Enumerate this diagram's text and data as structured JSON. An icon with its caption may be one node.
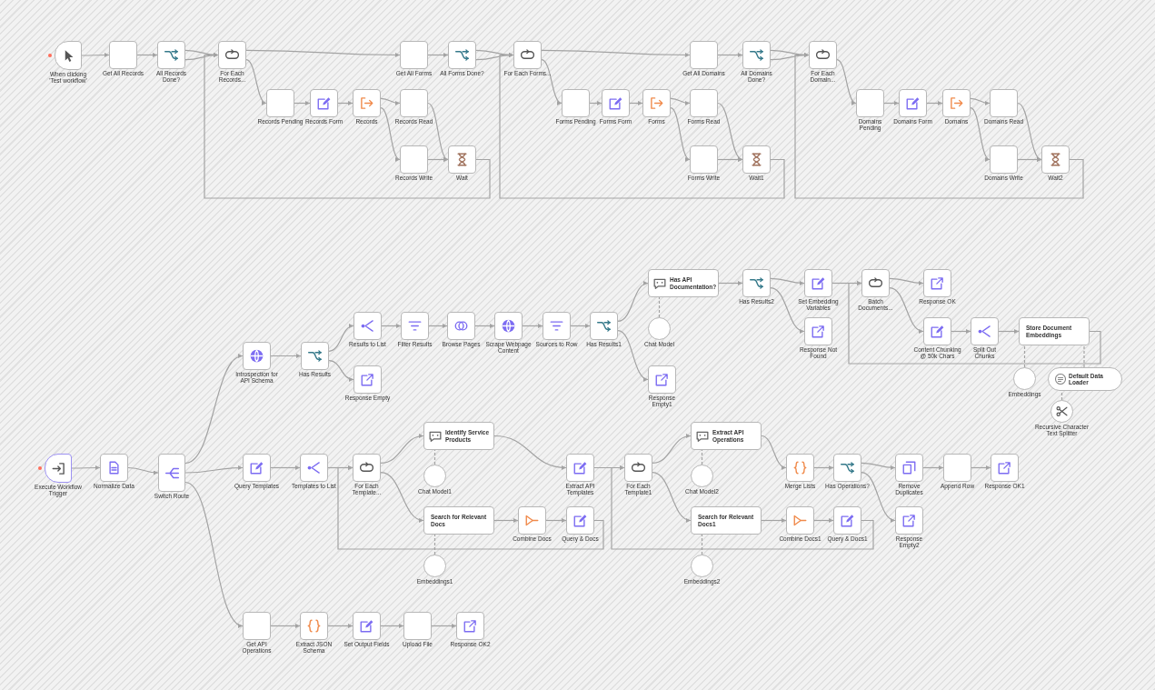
{
  "diagram": {
    "nodes": [
      {
        "text": [
          "When clicking 'Test workflow'"
        ]
      },
      {
        "text": [
          "Get All Records"
        ]
      },
      {
        "text": [
          "All Records Done?"
        ]
      },
      {
        "text": [
          "For Each Records..."
        ]
      },
      {
        "text": [
          "Records Pending"
        ]
      },
      {
        "text": [
          "Records Form"
        ]
      },
      {
        "text": [
          "Records"
        ]
      },
      {
        "text": [
          "Records Read"
        ]
      },
      {
        "text": [
          "Records Write"
        ]
      },
      {
        "text": [
          "Wait"
        ]
      },
      {
        "text": [
          "Get All Forms"
        ]
      },
      {
        "text": [
          "All Forms Done?"
        ]
      },
      {
        "text": [
          "For Each Forms..."
        ]
      },
      {
        "text": [
          "Forms Pending"
        ]
      },
      {
        "text": [
          "Forms Form"
        ]
      },
      {
        "text": [
          "Forms"
        ]
      },
      {
        "text": [
          "Forms Read"
        ]
      },
      {
        "text": [
          "Forms Write"
        ]
      },
      {
        "text": [
          "Wait1"
        ]
      },
      {
        "text": [
          "Get All Domains"
        ]
      },
      {
        "text": [
          "All Domains Done?"
        ]
      },
      {
        "text": [
          "For Each Domain..."
        ]
      },
      {
        "text": [
          "Domains Pending"
        ]
      },
      {
        "text": [
          "Domains Form"
        ]
      },
      {
        "text": [
          "Domains"
        ]
      },
      {
        "text": [
          "Domains Read"
        ]
      },
      {
        "text": [
          "Domains Write"
        ]
      },
      {
        "text": [
          "Wait2"
        ]
      },
      {
        "text": [
          "Execute Workflow Trigger"
        ]
      },
      {
        "text": [
          "Normalize Data"
        ]
      },
      {
        "text": [
          "Switch Route"
        ]
      },
      {
        "text": [
          "Introspection for API Schema"
        ]
      },
      {
        "text": [
          "Has Results"
        ]
      },
      {
        "text": [
          "Results to List"
        ]
      },
      {
        "text": [
          "Response Empty"
        ]
      },
      {
        "text": [
          "Filter Results"
        ]
      },
      {
        "text": [
          "Browse Pages"
        ]
      },
      {
        "text": [
          "Scrape Webpage Content"
        ]
      },
      {
        "text": [
          "Sources to Row"
        ]
      },
      {
        "text": [
          "Has Results1"
        ]
      },
      {
        "text": [
          "Has API Documentation?"
        ]
      },
      {
        "text": [
          "Chat Model"
        ]
      },
      {
        "text": [
          "Response Empty1"
        ]
      },
      {
        "text": [
          "Has Results2"
        ]
      },
      {
        "text": [
          "Set Embedding Variables"
        ]
      },
      {
        "text": [
          "Response Not Found"
        ]
      },
      {
        "text": [
          "Batch Documents..."
        ]
      },
      {
        "text": [
          "Response OK"
        ]
      },
      {
        "text": [
          "Content Chunking @ 50k Chars"
        ]
      },
      {
        "text": [
          "Split Out Chunks"
        ]
      },
      {
        "text": [
          "Store Document Embeddings"
        ]
      },
      {
        "text": [
          "Embeddings"
        ]
      },
      {
        "text": [
          "Default Data Loader"
        ]
      },
      {
        "text": [
          "Recursive Character Text Splitter"
        ]
      },
      {
        "text": [
          "Query Templates"
        ]
      },
      {
        "text": [
          "Templates to List"
        ]
      },
      {
        "text": [
          "For Each Template..."
        ]
      },
      {
        "text": [
          "Identify Service Products"
        ]
      },
      {
        "text": [
          "Chat Model1"
        ]
      },
      {
        "text": [
          "Search for Relevant Docs"
        ]
      },
      {
        "text": [
          "Combine Docs"
        ]
      },
      {
        "text": [
          "Query & Docs"
        ]
      },
      {
        "text": [
          "Embeddings1"
        ]
      },
      {
        "text": [
          "Extract API Templates"
        ]
      },
      {
        "text": [
          "For Each Template1"
        ]
      },
      {
        "text": [
          "Extract API Operations"
        ]
      },
      {
        "text": [
          "Chat Model2"
        ]
      },
      {
        "text": [
          "Search for Relevant Docs1"
        ]
      },
      {
        "text": [
          "Combine Docs1"
        ]
      },
      {
        "text": [
          "Query & Docs1"
        ]
      },
      {
        "text": [
          "Embeddings2"
        ]
      },
      {
        "text": [
          "Merge Lists"
        ]
      },
      {
        "text": [
          "Has Operations?"
        ]
      },
      {
        "text": [
          "Remove Duplicates"
        ]
      },
      {
        "text": [
          "Append Row"
        ]
      },
      {
        "text": [
          "Response OK1"
        ]
      },
      {
        "text": [
          "Response Empty2"
        ]
      },
      {
        "text": [
          "Get API Operations"
        ]
      },
      {
        "text": [
          "Extract JSON Schema"
        ]
      },
      {
        "text": [
          "Set Output Fields"
        ]
      },
      {
        "text": [
          "Upload File"
        ]
      },
      {
        "text": [
          "Response OK2"
        ]
      }
    ],
    "edges": [
      {
        "from": 0,
        "to": 1,
        "arrow": "to"
      },
      {
        "from": 1,
        "to": 2,
        "arrow": "to"
      },
      {
        "from": 2,
        "to": 3,
        "arrow": "to"
      },
      {
        "from": 2,
        "to": 3,
        "arrow": "to"
      },
      {
        "from": 3,
        "to": 10,
        "arrow": "to"
      },
      {
        "from": 3,
        "to": 4,
        "arrow": "to"
      },
      {
        "from": 4,
        "to": 5,
        "arrow": "to"
      },
      {
        "from": 5,
        "to": 6,
        "arrow": "to"
      },
      {
        "from": 6,
        "to": 7,
        "arrow": "to"
      },
      {
        "from": 6,
        "to": 8,
        "arrow": "to"
      },
      {
        "from": 7,
        "to": 9,
        "arrow": "to"
      },
      {
        "from": 8,
        "to": 9,
        "arrow": "to"
      },
      {
        "from": 9,
        "to": 3,
        "arrow": "to"
      },
      {
        "from": 10,
        "to": 11,
        "arrow": "to"
      },
      {
        "from": 11,
        "to": 12,
        "arrow": "to"
      },
      {
        "from": 11,
        "to": 12,
        "arrow": "to"
      },
      {
        "from": 12,
        "to": 19,
        "arrow": "to"
      },
      {
        "from": 12,
        "to": 13,
        "arrow": "to"
      },
      {
        "from": 13,
        "to": 14,
        "arrow": "to"
      },
      {
        "from": 14,
        "to": 15,
        "arrow": "to"
      },
      {
        "from": 15,
        "to": 16,
        "arrow": "to"
      },
      {
        "from": 15,
        "to": 17,
        "arrow": "to"
      },
      {
        "from": 16,
        "to": 18,
        "arrow": "to"
      },
      {
        "from": 17,
        "to": 18,
        "arrow": "to"
      },
      {
        "from": 18,
        "to": 12,
        "arrow": "to"
      },
      {
        "from": 19,
        "to": 20,
        "arrow": "to"
      },
      {
        "from": 20,
        "to": 21,
        "arrow": "to"
      },
      {
        "from": 20,
        "to": 21,
        "arrow": "to"
      },
      {
        "from": 21,
        "to": 22,
        "arrow": "to"
      },
      {
        "from": 22,
        "to": 23,
        "arrow": "to"
      },
      {
        "from": 23,
        "to": 24,
        "arrow": "to"
      },
      {
        "from": 24,
        "to": 25,
        "arrow": "to"
      },
      {
        "from": 24,
        "to": 26,
        "arrow": "to"
      },
      {
        "from": 25,
        "to": 27,
        "arrow": "to"
      },
      {
        "from": 26,
        "to": 27,
        "arrow": "to"
      },
      {
        "from": 27,
        "to": 21,
        "arrow": "to"
      },
      {
        "from": 28,
        "to": 29,
        "arrow": "to"
      },
      {
        "from": 29,
        "to": 30,
        "arrow": "to"
      },
      {
        "from": 30,
        "to": 31,
        "arrow": "to"
      },
      {
        "from": 30,
        "to": 54,
        "arrow": "to"
      },
      {
        "from": 30,
        "to": 77,
        "arrow": "to"
      },
      {
        "from": 31,
        "to": 32,
        "arrow": "to"
      },
      {
        "from": 32,
        "to": 33,
        "arrow": "to"
      },
      {
        "from": 32,
        "to": 34,
        "arrow": "to"
      },
      {
        "from": 33,
        "to": 35,
        "arrow": "to"
      },
      {
        "from": 35,
        "to": 36,
        "arrow": "to"
      },
      {
        "from": 36,
        "to": 37,
        "arrow": "to"
      },
      {
        "from": 37,
        "to": 38,
        "arrow": "to"
      },
      {
        "from": 38,
        "to": 39,
        "arrow": "to"
      },
      {
        "from": 39,
        "to": 40,
        "arrow": "to"
      },
      {
        "from": 39,
        "to": 42,
        "arrow": "to"
      },
      {
        "from": 41,
        "to": 40,
        "arrow": "none",
        "style": "dashed"
      },
      {
        "from": 40,
        "to": 43,
        "arrow": "to"
      },
      {
        "from": 43,
        "to": 44,
        "arrow": "to"
      },
      {
        "from": 43,
        "to": 45,
        "arrow": "to"
      },
      {
        "from": 44,
        "to": 46,
        "arrow": "to"
      },
      {
        "from": 46,
        "to": 47,
        "arrow": "to"
      },
      {
        "from": 46,
        "to": 48,
        "arrow": "to"
      },
      {
        "from": 48,
        "to": 49,
        "arrow": "to"
      },
      {
        "from": 49,
        "to": 50,
        "arrow": "to"
      },
      {
        "from": 50,
        "to": 46,
        "arrow": "to"
      },
      {
        "from": 51,
        "to": 50,
        "arrow": "none",
        "style": "dashed"
      },
      {
        "from": 52,
        "to": 50,
        "arrow": "none",
        "style": "dashed"
      },
      {
        "from": 53,
        "to": 52,
        "arrow": "none",
        "style": "dashed"
      },
      {
        "from": 54,
        "to": 55,
        "arrow": "to"
      },
      {
        "from": 55,
        "to": 56,
        "arrow": "to"
      },
      {
        "from": 56,
        "to": 57,
        "arrow": "to"
      },
      {
        "from": 56,
        "to": 59,
        "arrow": "to"
      },
      {
        "from": 58,
        "to": 57,
        "arrow": "none",
        "style": "dashed"
      },
      {
        "from": 59,
        "to": 60,
        "arrow": "to"
      },
      {
        "from": 60,
        "to": 61,
        "arrow": "to"
      },
      {
        "from": 61,
        "to": 56,
        "arrow": "to"
      },
      {
        "from": 62,
        "to": 59,
        "arrow": "none",
        "style": "dashed"
      },
      {
        "from": 57,
        "to": 63,
        "arrow": "to"
      },
      {
        "from": 63,
        "to": 64,
        "arrow": "to"
      },
      {
        "from": 64,
        "to": 65,
        "arrow": "to"
      },
      {
        "from": 64,
        "to": 67,
        "arrow": "to"
      },
      {
        "from": 66,
        "to": 65,
        "arrow": "none",
        "style": "dashed"
      },
      {
        "from": 67,
        "to": 68,
        "arrow": "to"
      },
      {
        "from": 68,
        "to": 69,
        "arrow": "to"
      },
      {
        "from": 69,
        "to": 64,
        "arrow": "to"
      },
      {
        "from": 70,
        "to": 67,
        "arrow": "none",
        "style": "dashed"
      },
      {
        "from": 65,
        "to": 71,
        "arrow": "to"
      },
      {
        "from": 71,
        "to": 72,
        "arrow": "to"
      },
      {
        "from": 72,
        "to": 73,
        "arrow": "to"
      },
      {
        "from": 72,
        "to": 76,
        "arrow": "to"
      },
      {
        "from": 73,
        "to": 74,
        "arrow": "to"
      },
      {
        "from": 74,
        "to": 75,
        "arrow": "to"
      },
      {
        "from": 77,
        "to": 78,
        "arrow": "to"
      },
      {
        "from": 78,
        "to": 79,
        "arrow": "to"
      },
      {
        "from": 79,
        "to": 80,
        "arrow": "to"
      },
      {
        "from": 80,
        "to": 81,
        "arrow": "to"
      }
    ]
  }
}
